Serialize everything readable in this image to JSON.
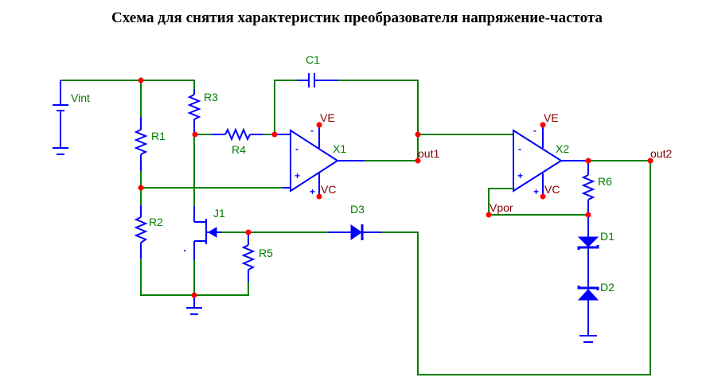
{
  "title": "Схема для снятия характеристик преобразователя напряжение-частота",
  "colors": {
    "wire": "#008000",
    "component": "#0000ff",
    "node": "#ff0000",
    "net_label": "#800000",
    "component_label": "#008000"
  },
  "components": {
    "vint": "Vint",
    "r1": "R1",
    "r2": "R2",
    "r3": "R3",
    "r4": "R4",
    "r5": "R5",
    "r6": "R6",
    "c1": "C1",
    "j1": "J1",
    "x1": "X1",
    "x2": "X2",
    "d1": "D1",
    "d2": "D2",
    "d3": "D3"
  },
  "net_labels": {
    "x1_ve": "VE",
    "x1_vc": "VC",
    "x2_ve": "VE",
    "x2_vc": "VC",
    "out1": "out1",
    "out2": "out2",
    "vpor": "Vpor"
  },
  "pins": {
    "minus": "-",
    "plus": "+"
  }
}
